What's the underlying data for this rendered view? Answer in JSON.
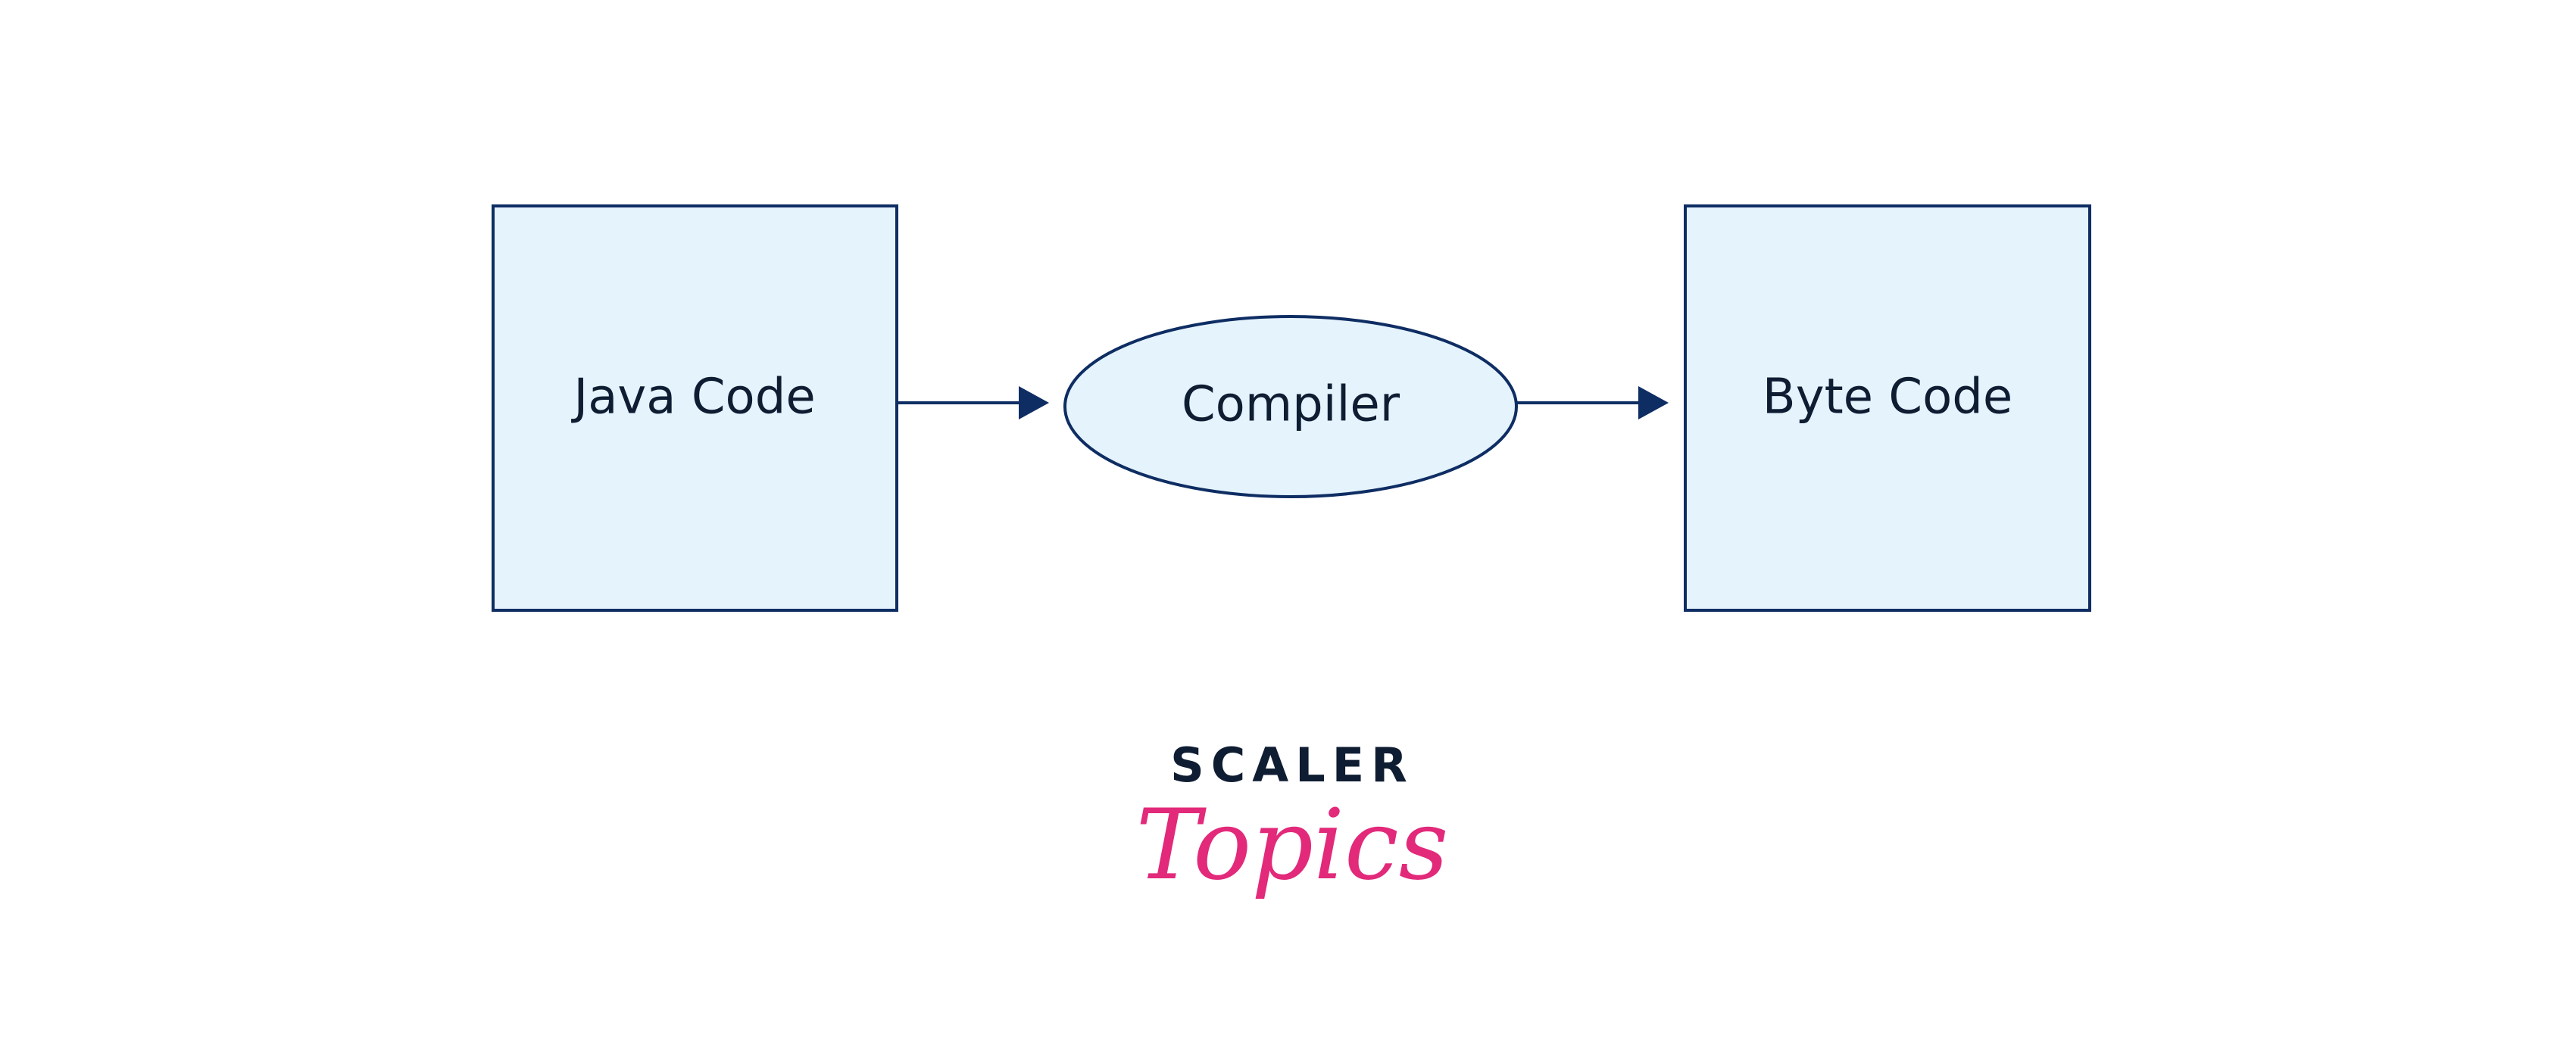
{
  "diagram": {
    "nodes": {
      "java_code": {
        "label": "Java Code",
        "shape": "rectangle"
      },
      "compiler": {
        "label": "Compiler",
        "shape": "ellipse"
      },
      "byte_code": {
        "label": "Byte Code",
        "shape": "rectangle"
      }
    },
    "edges": [
      {
        "from": "java_code",
        "to": "compiler"
      },
      {
        "from": "compiler",
        "to": "byte_code"
      }
    ]
  },
  "logo": {
    "line1": "SCALER",
    "line2": "Topics"
  },
  "colors": {
    "node_fill": "#e5f3fd",
    "node_stroke": "#0e2d63",
    "arrow": "#0e2d63",
    "text": "#0f1d33",
    "logo_primary": "#0f1d33",
    "logo_accent": "#e2297a",
    "background": "#ffffff"
  }
}
